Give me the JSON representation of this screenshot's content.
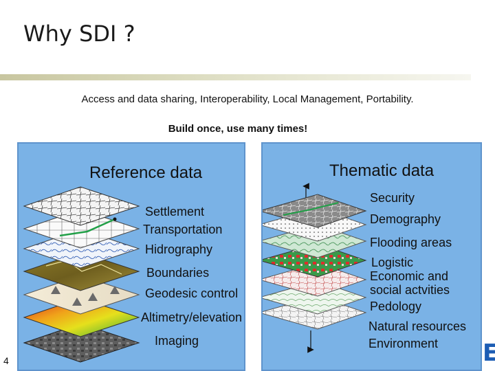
{
  "slide": {
    "title": "Why SDI ?",
    "subtitle": "Access and data sharing, Interoperability, Local Management, Portability.",
    "tagline": "Build once, use many times!",
    "page_number": "4",
    "corner_logo_fragment": "E"
  },
  "reference_panel": {
    "heading": "Reference data",
    "layers": [
      "Settlement",
      "Transportation",
      "Hidrography",
      "Boundaries",
      "Geodesic control",
      "Altimetry/elevation",
      "Imaging"
    ]
  },
  "thematic_panel": {
    "heading": "Thematic data",
    "layers": [
      "Security",
      "Demography",
      "Flooding areas",
      "Logistic",
      "Economic and",
      "social actvities",
      "Pedology",
      "Natural resources",
      "Environment"
    ]
  },
  "colors": {
    "panel_background": "#7ab2e6",
    "panel_border": "#5e93cc"
  }
}
